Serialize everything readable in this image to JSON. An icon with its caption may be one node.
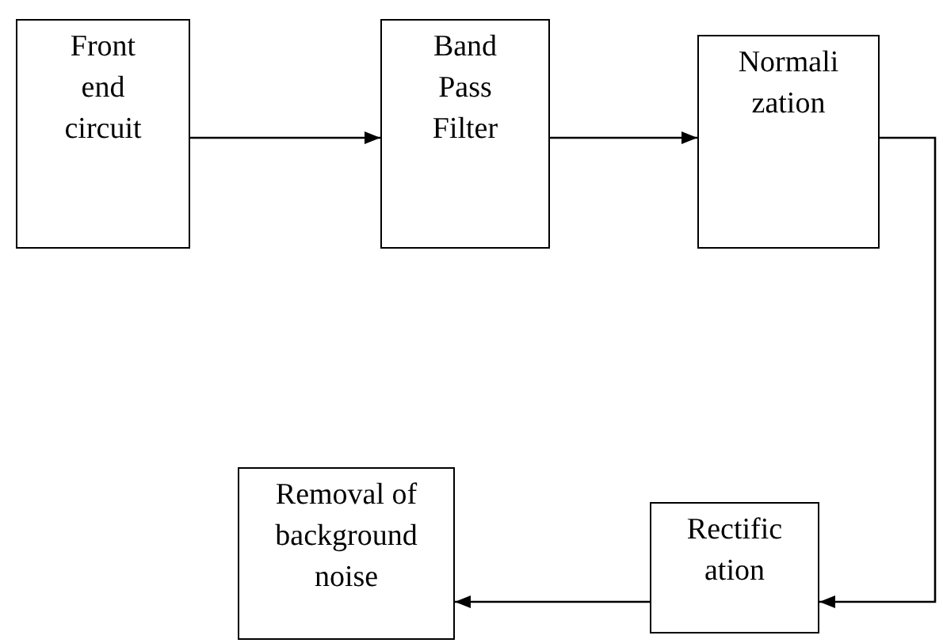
{
  "diagram": {
    "nodes": [
      {
        "text": [
          "Front end circuit"
        ]
      },
      {
        "text": [
          "Band Pass Filter"
        ]
      },
      {
        "text": [
          "Normali zation"
        ]
      },
      {
        "text": [
          "Rectific ation"
        ]
      },
      {
        "text": [
          "Removal of background noise"
        ]
      }
    ],
    "edges": [
      {
        "from": 0,
        "to": 1,
        "arrow": "to"
      },
      {
        "from": 1,
        "to": 2,
        "arrow": "to"
      },
      {
        "from": 2,
        "to": 3,
        "arrow": "to"
      },
      {
        "from": 3,
        "to": 4,
        "arrow": "to"
      }
    ]
  }
}
